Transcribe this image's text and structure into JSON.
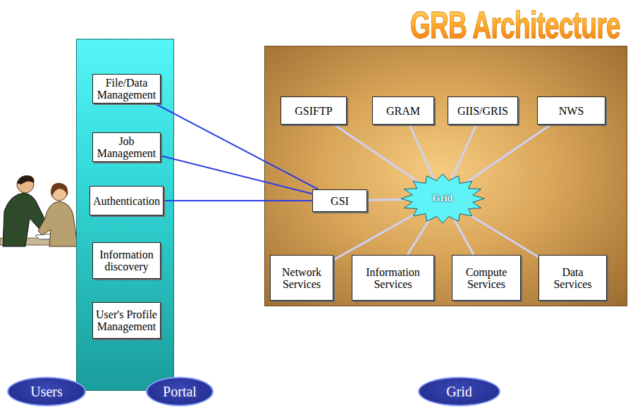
{
  "diagram": {
    "title": "GRB Architecture",
    "nodes": [
      {
        "text": []
      },
      {
        "text": [
          "File/Data Management"
        ],
        "in": 0
      },
      {
        "text": [
          "Job Management"
        ],
        "in": 0
      },
      {
        "text": [
          "Authentication"
        ],
        "in": 0
      },
      {
        "text": [
          "Information discovery"
        ],
        "in": 0
      },
      {
        "text": [
          "User's Profile Management"
        ],
        "in": 0
      },
      {
        "text": []
      },
      {
        "text": [
          "GSIFTP"
        ],
        "in": 6
      },
      {
        "text": [
          "GRAM"
        ],
        "in": 6
      },
      {
        "text": [
          "GIIS/GRIS"
        ],
        "in": 6
      },
      {
        "text": [
          "NWS"
        ],
        "in": 6
      },
      {
        "text": [
          "GSI"
        ],
        "in": 6
      },
      {
        "text": [
          "Grid"
        ],
        "in": 6
      },
      {
        "text": [
          "Network Services"
        ],
        "in": 6
      },
      {
        "text": [
          "Information Services"
        ],
        "in": 6
      },
      {
        "text": [
          "Compute Services"
        ],
        "in": 6
      },
      {
        "text": [
          "Data Services"
        ],
        "in": 6
      },
      {
        "text": [
          "Users"
        ]
      },
      {
        "text": [
          "Portal"
        ]
      },
      {
        "text": [
          "Grid"
        ]
      }
    ],
    "edges": [
      {
        "from": 1,
        "to": 11,
        "arrow": "none"
      },
      {
        "from": 2,
        "to": 11,
        "arrow": "none"
      },
      {
        "from": 3,
        "to": 11,
        "arrow": "none"
      },
      {
        "from": 12,
        "to": 7,
        "arrow": "none"
      },
      {
        "from": 12,
        "to": 8,
        "arrow": "none"
      },
      {
        "from": 12,
        "to": 9,
        "arrow": "none"
      },
      {
        "from": 12,
        "to": 10,
        "arrow": "none"
      },
      {
        "from": 12,
        "to": 11,
        "arrow": "none"
      },
      {
        "from": 12,
        "to": 13,
        "arrow": "none"
      },
      {
        "from": 12,
        "to": 14,
        "arrow": "none"
      },
      {
        "from": 12,
        "to": 15,
        "arrow": "none"
      },
      {
        "from": 12,
        "to": 16,
        "arrow": "none"
      }
    ]
  }
}
